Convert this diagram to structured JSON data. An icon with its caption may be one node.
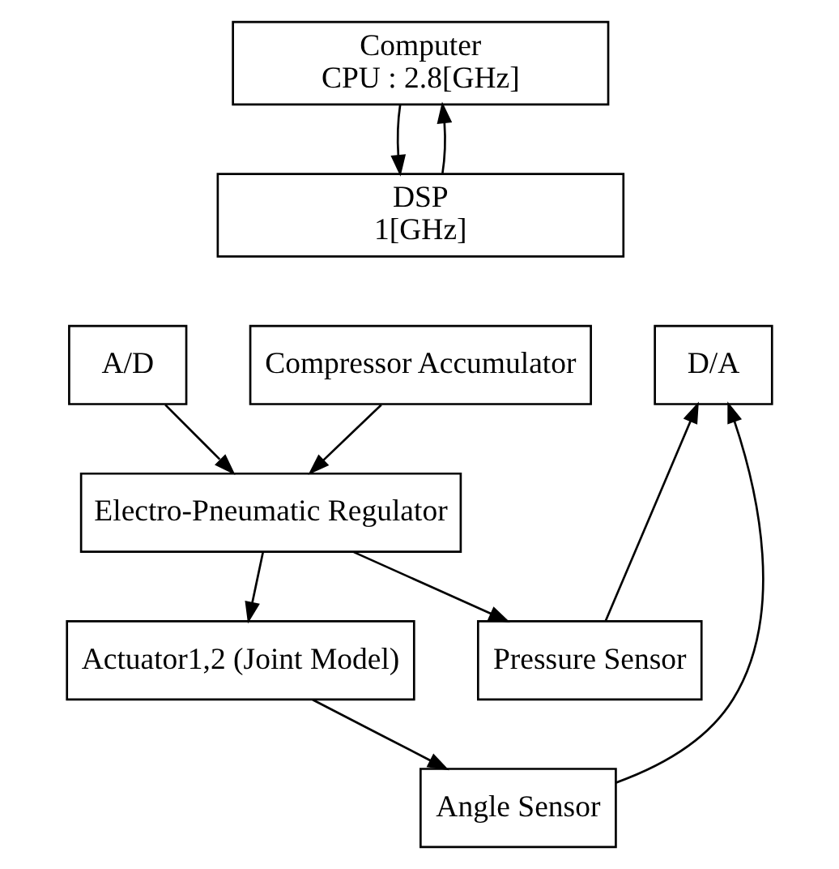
{
  "diagram": {
    "nodes": [
      {
        "text": [
          "Computer",
          "CPU : 2.8[GHz]"
        ]
      },
      {
        "text": [
          "DSP",
          "1[GHz]"
        ]
      },
      {
        "text": [
          "A/D"
        ]
      },
      {
        "text": [
          "D/A"
        ]
      },
      {
        "text": [
          "Compressor Accumulator"
        ]
      },
      {
        "text": [
          "Electro-Pneumatic Regulator"
        ]
      },
      {
        "text": [
          "Pressure Sensor"
        ]
      },
      {
        "text": [
          "Actuator1,2 (Joint Model)"
        ]
      },
      {
        "text": [
          "Angle Sensor"
        ]
      }
    ],
    "edges": [
      {
        "from": 0,
        "to": 1,
        "arrow": "to"
      },
      {
        "from": 1,
        "to": 0,
        "arrow": "to"
      },
      {
        "from": 4,
        "to": 5,
        "arrow": "to"
      },
      {
        "from": 2,
        "to": 5,
        "arrow": "to"
      },
      {
        "from": 5,
        "to": 6,
        "arrow": "to"
      },
      {
        "from": 5,
        "to": 7,
        "arrow": "to"
      },
      {
        "from": 6,
        "to": 3,
        "arrow": "to"
      },
      {
        "from": 8,
        "to": 3,
        "arrow": "to"
      },
      {
        "from": 7,
        "to": 8,
        "arrow": "to"
      }
    ]
  }
}
